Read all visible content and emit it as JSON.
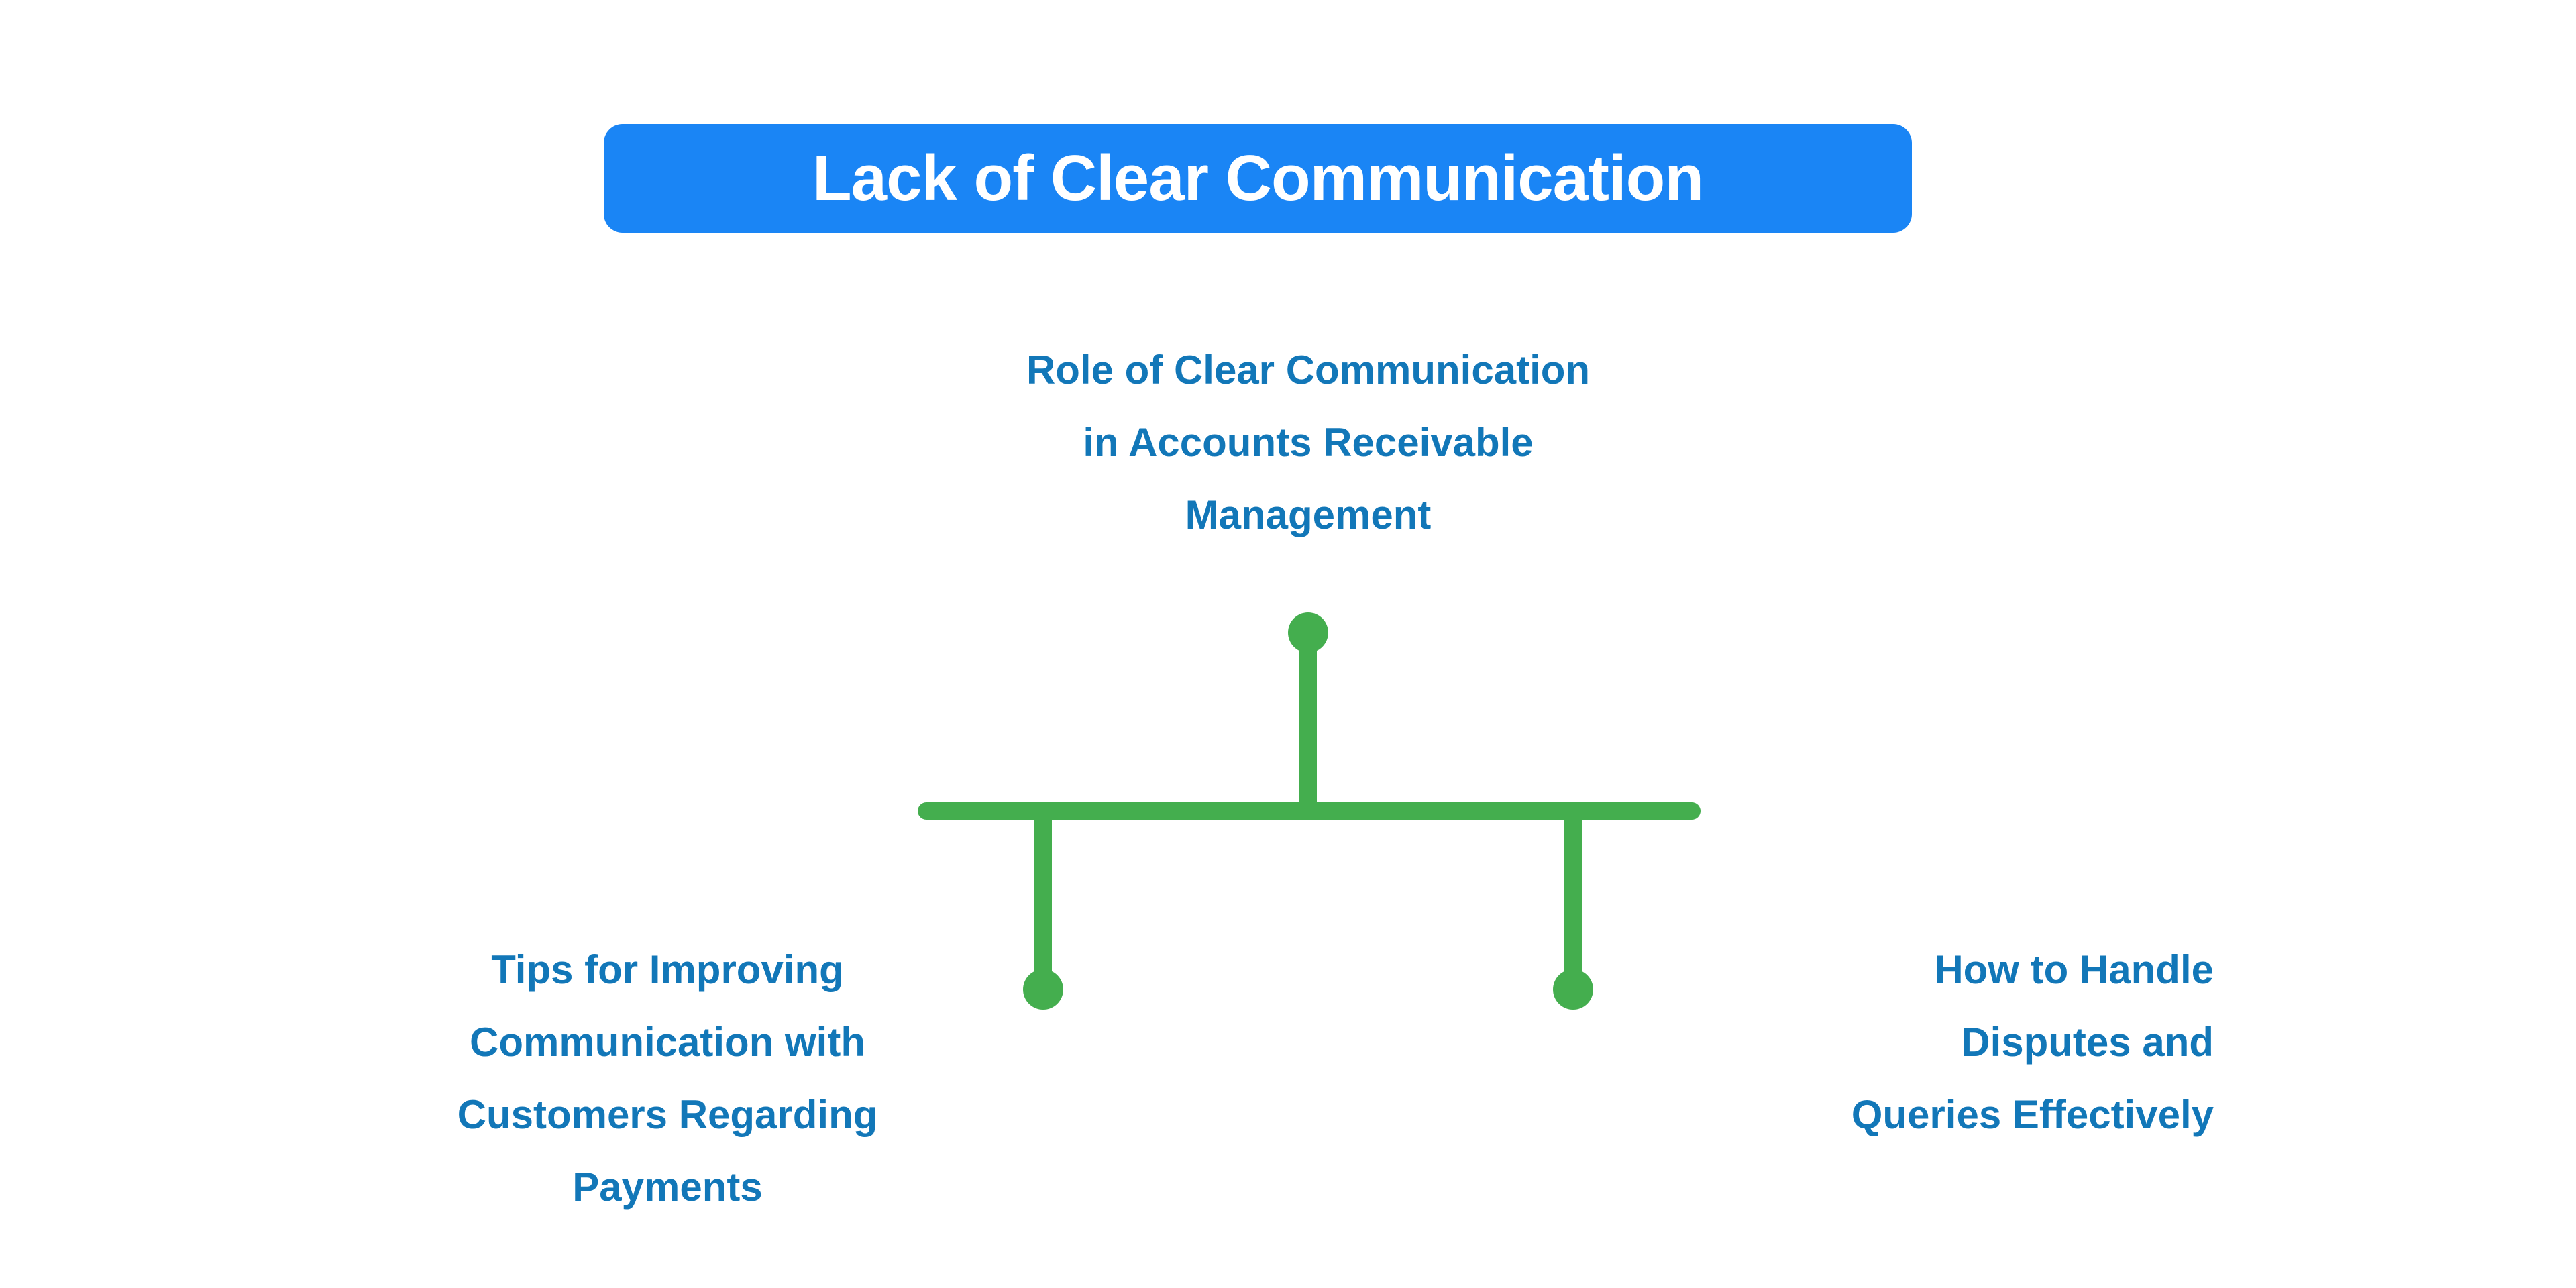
{
  "banner": {
    "title": "Lack of Clear Communication",
    "background_color": "#1A85F5",
    "text_color": "#FFFFFF"
  },
  "theme": {
    "accent_blue": "#1A85F5",
    "text_blue": "#1277B8",
    "connector_green": "#44AE4E",
    "background": "#FFFFFF"
  },
  "diagram": {
    "type": "tree",
    "orientation": "top-down",
    "connector_color": "#44AE4E",
    "root": {
      "label_lines": [
        "Role of Clear Communication",
        "in Accounts Receivable",
        "Management"
      ],
      "label_text": "Role of Clear Communication in Accounts Receivable Management",
      "node_shape": "circle"
    },
    "branches": [
      {
        "side": "left",
        "label_lines": [
          "Tips for Improving",
          "Communication with",
          "Customers Regarding",
          "Payments"
        ],
        "label_text": "Tips for Improving Communication with Customers Regarding Payments",
        "node_shape": "circle"
      },
      {
        "side": "right",
        "label_lines": [
          "How to Handle",
          "Disputes and",
          "Queries Effectively"
        ],
        "label_text": "How to Handle Disputes and Queries Effectively",
        "node_shape": "circle"
      }
    ]
  }
}
